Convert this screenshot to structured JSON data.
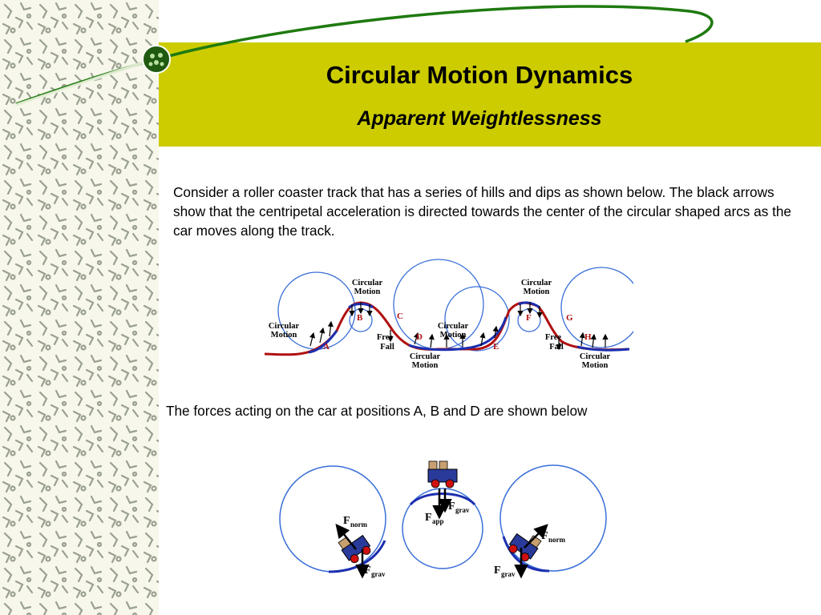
{
  "slide": {
    "title": "Circular Motion Dynamics",
    "subtitle": "Apparent Weightlessness",
    "intro": "Consider a roller coaster track that has a series of hills and dips as shown below. The black arrows show that the centripetal acceleration is directed towards the center of the circular shaped arcs as the car moves along the track.",
    "forces_caption": "The forces acting on the car at positions A, B and D are shown below"
  },
  "track_diagram": {
    "labels": {
      "cm1a": "Circular",
      "cm1b": "Motion",
      "cm2a": "Circular",
      "cm2b": "Motion",
      "cm3a": "Circular",
      "cm3b": "Motion",
      "cm4a": "Circular",
      "cm4b": "Motion",
      "cm5a": "Circular",
      "cm5b": "Motion",
      "cm6a": "Circular",
      "cm6b": "Motion",
      "ff1a": "Free",
      "ff1b": "Fall",
      "ff2a": "Free",
      "ff2b": "Fall"
    },
    "positions": {
      "A": "A",
      "B": "B",
      "C": "C",
      "D": "D",
      "E": "E",
      "F": "F",
      "G": "G",
      "H": "H"
    }
  },
  "force_diagrams": {
    "left": {
      "norm": "F",
      "norm_sub": "norm",
      "grav": "F",
      "grav_sub": "grav"
    },
    "middle": {
      "grav": "F",
      "grav_sub": "grav",
      "app": "F",
      "app_sub": "app"
    },
    "right": {
      "norm": "F",
      "norm_sub": "norm",
      "grav": "F",
      "grav_sub": "grav"
    }
  },
  "colors": {
    "banner": "#cccc00",
    "track_red": "#b01010",
    "track_blue": "#1c2fb0",
    "circle_blue": "#3a6fd8",
    "swoosh_green": "#1f7a10"
  }
}
